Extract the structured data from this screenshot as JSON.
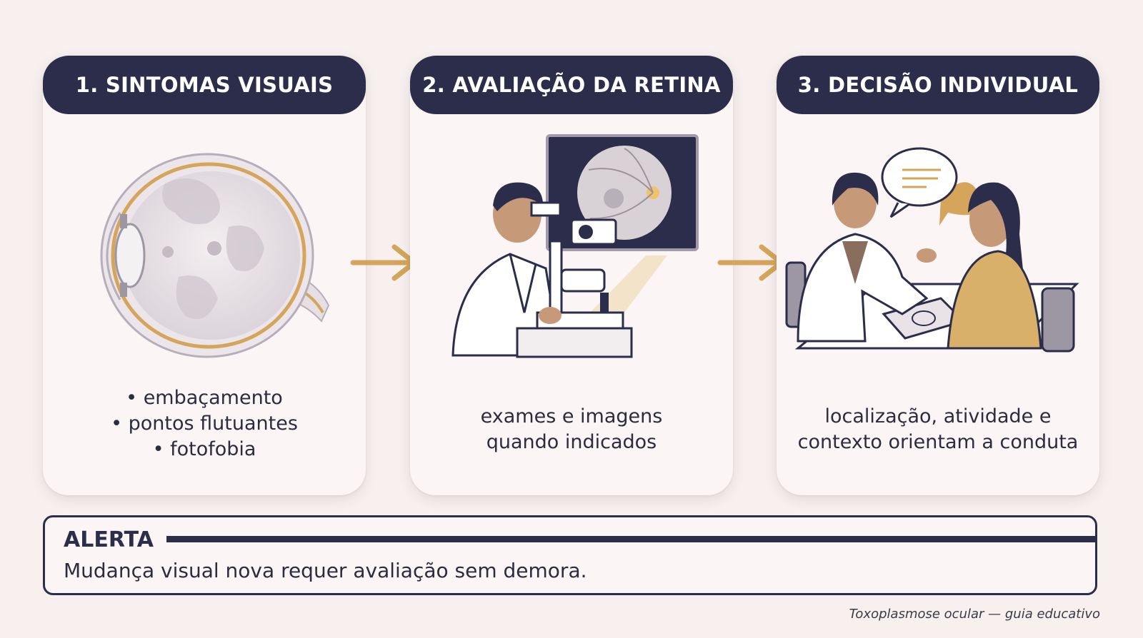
{
  "steps": [
    {
      "title": "1. SINTOMAS VISUAIS",
      "bullets": [
        "embaçamento",
        "pontos flutuantes",
        "fotofobia"
      ]
    },
    {
      "title": "2. AVALIAÇÃO DA RETINA",
      "caption_lines": [
        "exames e imagens",
        "quando indicados"
      ]
    },
    {
      "title": "3. DECISÃO INDIVIDUAL",
      "caption_lines": [
        "localização, atividade e",
        "contexto orientam a conduta"
      ]
    }
  ],
  "alert": {
    "title": "ALERTA",
    "text": "Mudança visual nova requer avaliação sem demora."
  },
  "footer": "Toxoplasmose ocular — guia educativo",
  "colors": {
    "header": "#2b2d4a",
    "accent": "#d4a55a",
    "background": "#f7f0ee",
    "card": "#fbf6f5"
  },
  "icons": [
    "eye-cross-section-icon",
    "right-arrow-icon",
    "doctor-with-slit-lamp-icon",
    "retina-fundus-image-icon",
    "doctor-patient-consultation-icon",
    "speech-bubble-icon"
  ]
}
